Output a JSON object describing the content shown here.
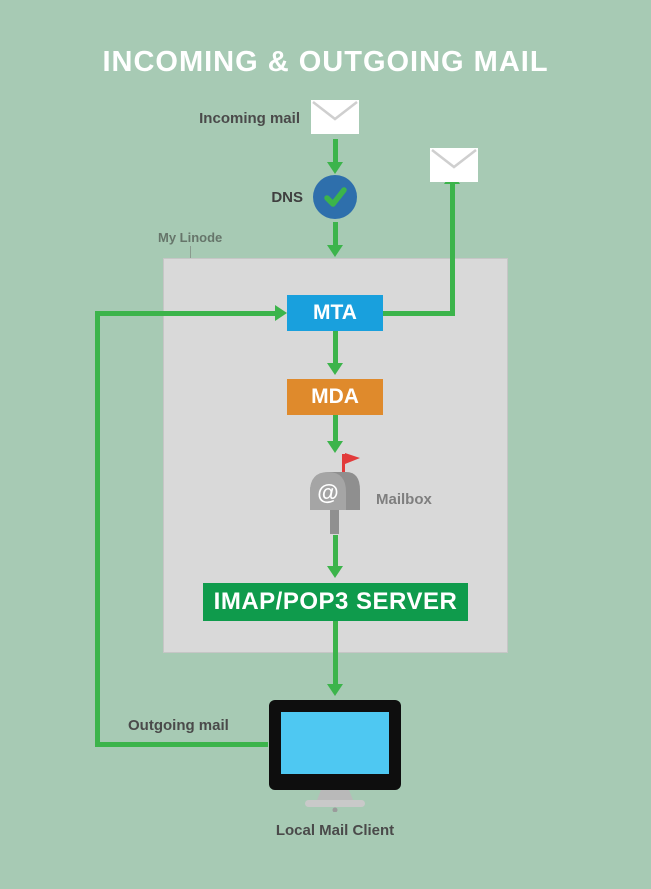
{
  "title": "INCOMING & OUTGOING MAIL",
  "labels": {
    "incoming_mail": "Incoming mail",
    "dns": "DNS",
    "my_linode": "My Linode",
    "mailbox": "Mailbox",
    "outgoing_mail": "Outgoing mail",
    "local_mail_client": "Local Mail Client"
  },
  "nodes": {
    "mta": "MTA",
    "mda": "MDA",
    "imap_pop3_server": "IMAP/POP3 SERVER"
  },
  "mailbox_at": "@",
  "colors": {
    "background": "#a7cab4",
    "arrow_green": "#3cb44b",
    "mta_blue": "#19a0dd",
    "mda_orange": "#df8a2c",
    "imap_green": "#0f9b4c",
    "dns_circle_blue": "#2e6fac",
    "linode_box_gray": "#d9d9d9",
    "monitor_screen_blue": "#4ec8f2",
    "mailbox_flag_red": "#e23b3b",
    "title_white": "#ffffff"
  }
}
